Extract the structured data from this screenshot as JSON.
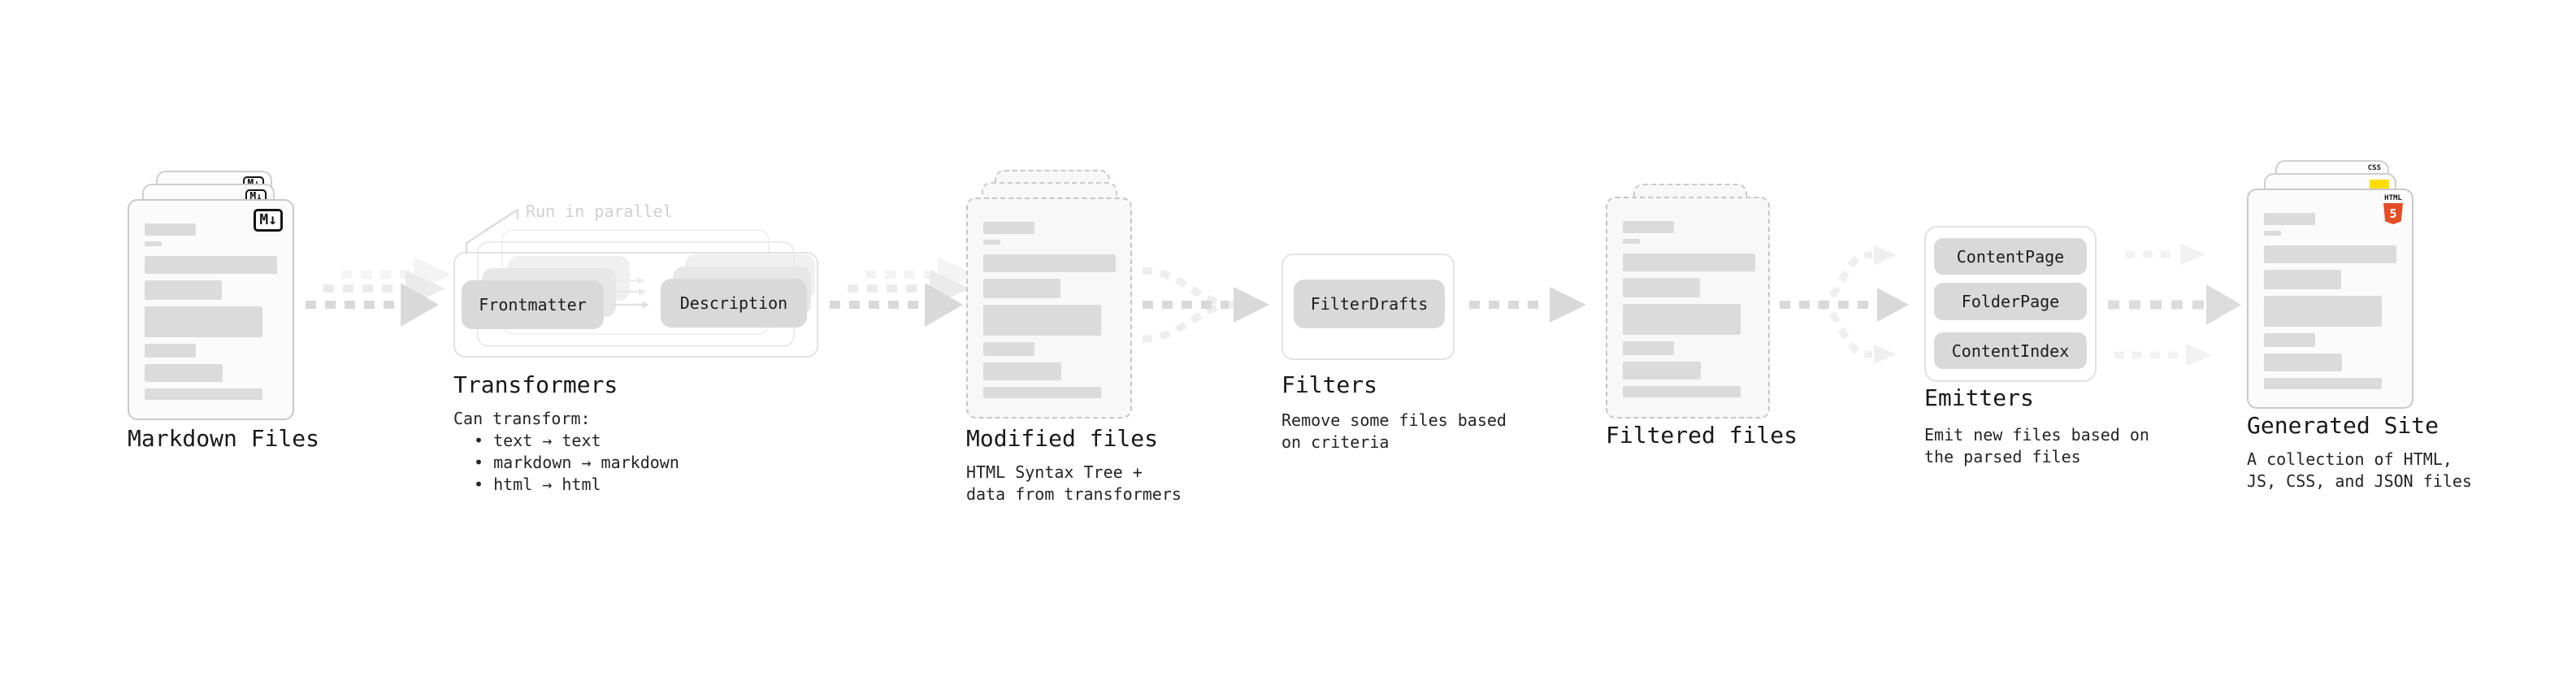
{
  "stages": {
    "markdown": {
      "title": "Markdown Files"
    },
    "transformers": {
      "title": "Transformers",
      "callout": "Run in parallel",
      "pill_frontmatter": "Frontmatter",
      "pill_description": "Description",
      "desc_heading": "Can transform:",
      "bullets": [
        "• text → text",
        "• markdown → markdown",
        "• html → html"
      ]
    },
    "modified": {
      "title": "Modified files",
      "desc_line1": "HTML Syntax Tree +",
      "desc_line2": "data from transformers"
    },
    "filters": {
      "title": "Filters",
      "pill": "FilterDrafts",
      "desc_line1": "Remove some files based",
      "desc_line2": "on criteria"
    },
    "filtered": {
      "title": "Filtered files"
    },
    "emitters": {
      "title": "Emitters",
      "pills": [
        "ContentPage",
        "FolderPage",
        "ContentIndex"
      ],
      "desc_line1": "Emit new files based on",
      "desc_line2": "the parsed files"
    },
    "generated": {
      "title": "Generated Site",
      "desc_line1": "A collection of HTML,",
      "desc_line2": "JS, CSS, and JSON files",
      "badge_css": "CSS",
      "badge_html_text": "HTML",
      "badge_html_number": "5"
    }
  },
  "icons": {
    "markdown_badge": "M↓"
  },
  "colors": {
    "html5_orange": "#e44d26",
    "js_yellow": "#ffdf00",
    "css_blue": "#2d6bf0",
    "arrow_gray": "#d9d9d9",
    "ghost_gray": "#efefef",
    "callout_gray": "#d0d0d0"
  }
}
